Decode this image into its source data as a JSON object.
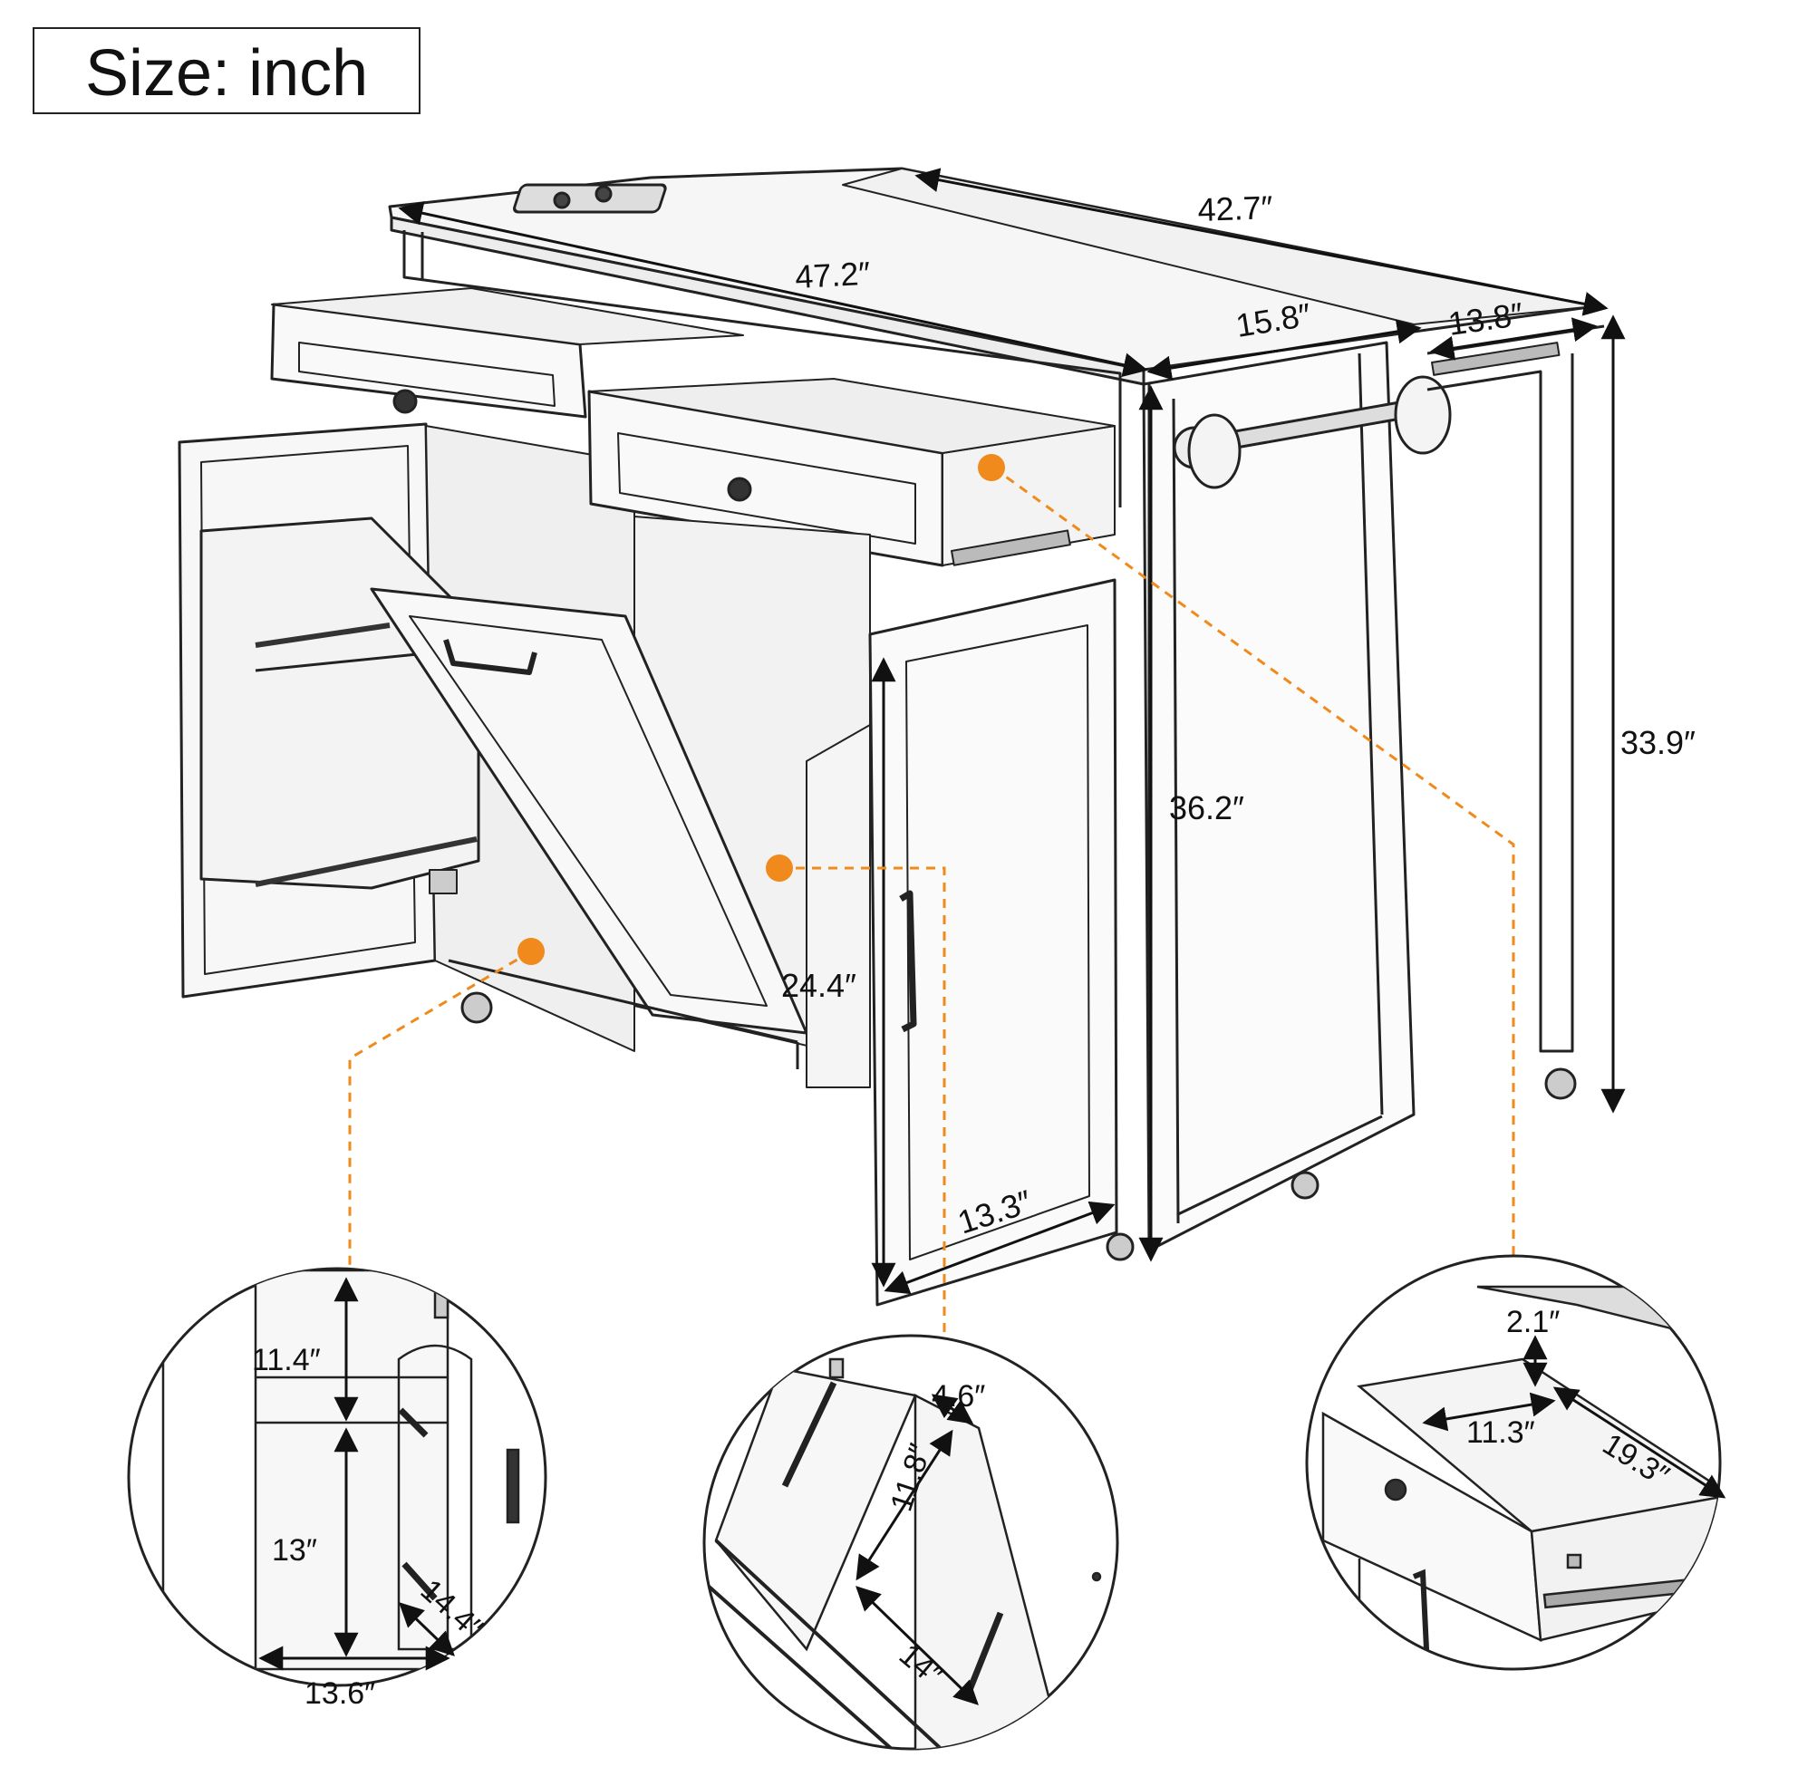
{
  "header": {
    "size_label": "Size: inch"
  },
  "colors": {
    "line": "#222222",
    "leader": "#f08a1c",
    "bg": "#ffffff"
  },
  "main_view": {
    "dimensions": {
      "total_length": "47.2″",
      "extension_length": "42.7″",
      "depth": "15.8″",
      "extension_depth": "13.8″",
      "extension_height": "33.9″",
      "height": "36.2″",
      "bin_cabinet_height": "24.4″",
      "door_width": "13.3″"
    }
  },
  "detail_left": {
    "dimensions": {
      "upper_shelf": "11.4″",
      "lower_shelf": "13″",
      "inner_width": "13.6″",
      "inner_depth": "14.4″"
    }
  },
  "detail_middle": {
    "dimensions": {
      "bin_depth": "4.6″",
      "bin_height": "11.8″",
      "bin_width": "14″"
    }
  },
  "detail_right": {
    "dimensions": {
      "drawer_height": "2.1″",
      "drawer_width": "11.3″",
      "drawer_depth": "19.3″"
    }
  }
}
